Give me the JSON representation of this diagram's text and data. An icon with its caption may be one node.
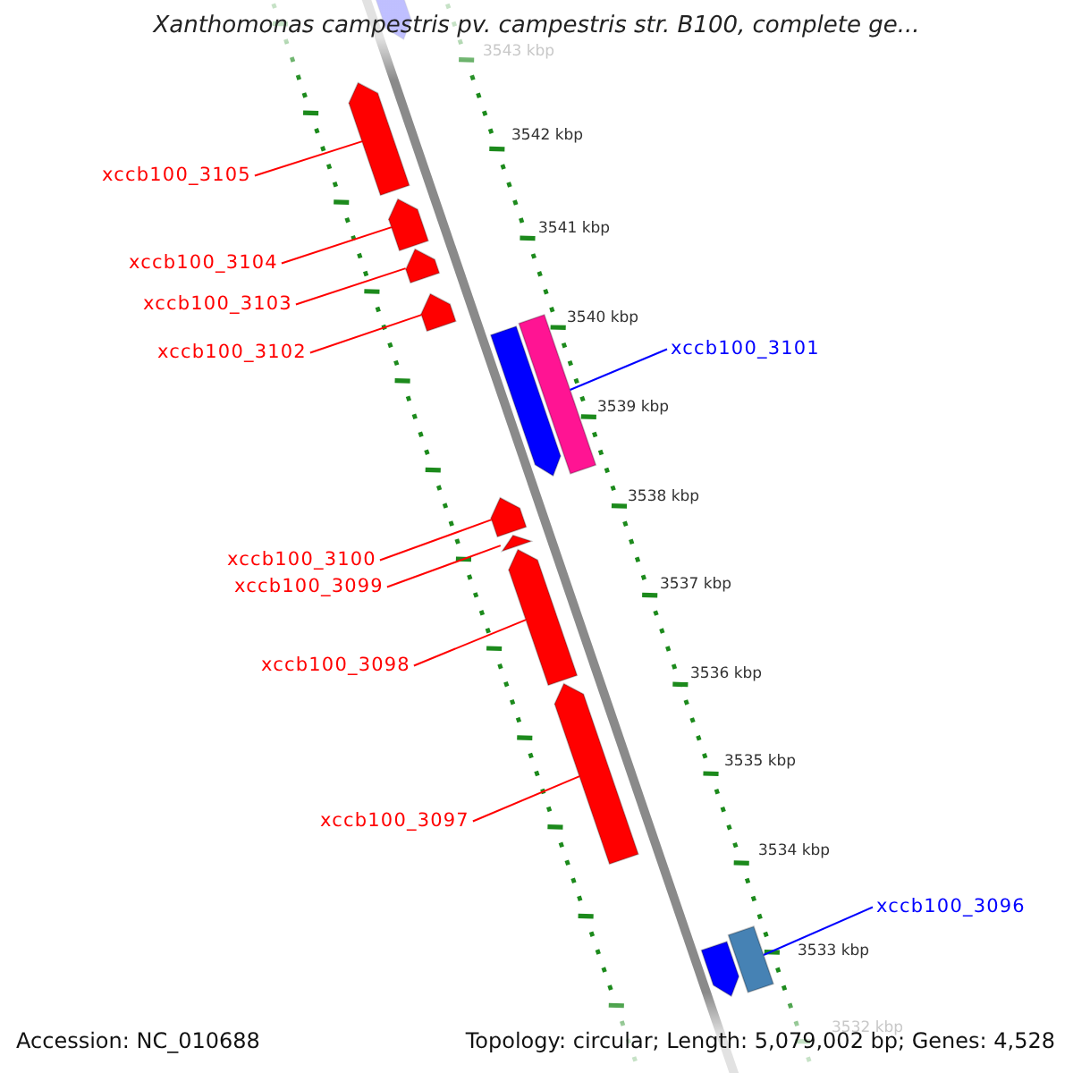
{
  "diagram": {
    "title": "Xanthomonas campestris pv. campestris str. B100, complete ge...",
    "nodes": [
      {
        "text": [
          "xccb100_3105"
        ]
      },
      {
        "text": [
          "xccb100_3104"
        ]
      },
      {
        "text": [
          "xccb100_3103"
        ]
      },
      {
        "text": [
          "xccb100_3102"
        ]
      },
      {
        "text": [
          "xccb100_3101"
        ]
      },
      {
        "text": [
          "xccb100_3100"
        ]
      },
      {
        "text": [
          "xccb100_3099"
        ]
      },
      {
        "text": [
          "xccb100_3098"
        ]
      },
      {
        "text": [
          "xccb100_3097"
        ]
      },
      {
        "text": [
          "xccb100_3096"
        ]
      },
      {
        "text": [],
        "shape": "arrow"
      },
      {
        "text": [],
        "shape": "arrow"
      },
      {
        "text": [],
        "shape": "arrow"
      },
      {
        "text": [],
        "shape": "arrow"
      },
      {
        "text": [],
        "shape": "arrow"
      },
      {
        "text": [],
        "shape": "bar"
      },
      {
        "text": [],
        "shape": "arrow"
      },
      {
        "text": [],
        "shape": "arrow"
      },
      {
        "text": [],
        "shape": "arrow"
      },
      {
        "text": [],
        "shape": "arrow"
      },
      {
        "text": [],
        "shape": "arrow"
      },
      {
        "text": [],
        "shape": "bar"
      },
      {
        "text": [],
        "shape": "arrow"
      }
    ],
    "edges": [
      {
        "from": 0,
        "to": 11,
        "arrow": "none"
      },
      {
        "from": 1,
        "to": 12,
        "arrow": "none"
      },
      {
        "from": 2,
        "to": 13,
        "arrow": "none"
      },
      {
        "from": 3,
        "to": 14,
        "arrow": "none"
      },
      {
        "from": 4,
        "to": 15,
        "arrow": "none",
        "color": "#0000ff"
      },
      {
        "from": 5,
        "to": 17,
        "arrow": "none"
      },
      {
        "from": 6,
        "to": 18,
        "arrow": "none"
      },
      {
        "from": 7,
        "to": 19,
        "arrow": "none"
      },
      {
        "from": 8,
        "to": 20,
        "arrow": "none"
      },
      {
        "from": 9,
        "to": 21,
        "arrow": "none",
        "color": "#0000ff"
      }
    ],
    "labels": [
      "3543 kbp",
      "3542 kbp",
      "3541 kbp",
      "3540 kbp",
      "3539 kbp",
      "3538 kbp",
      "3537 kbp",
      "3536 kbp",
      "3535 kbp",
      "3534 kbp",
      "3533 kbp",
      "3532 kbp",
      "Accession: NC_010688",
      "Topology: circular; Length: 5,079,002 bp; Genes: 4,528"
    ]
  }
}
